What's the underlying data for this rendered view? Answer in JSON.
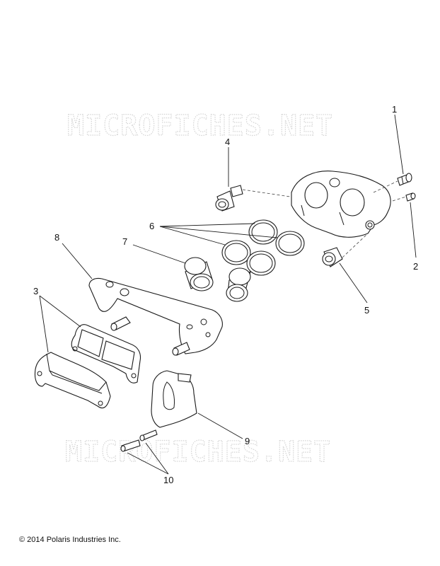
{
  "watermarks": [
    "MICROFICHES.NET",
    "MICROFICHES.NET"
  ],
  "callouts": [
    "1",
    "2",
    "3",
    "4",
    "5",
    "6",
    "7",
    "8",
    "9",
    "10"
  ],
  "footer": {
    "copyright": "© 2014 Polaris Industries Inc."
  }
}
